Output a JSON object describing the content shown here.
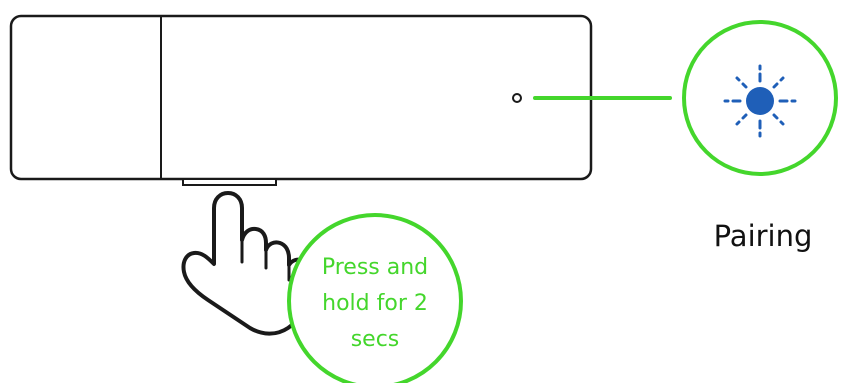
{
  "status_label": "Pairing",
  "instruction_lines": [
    "Press and",
    "hold for 2",
    "secs"
  ],
  "colors": {
    "device_outline": "#1a1a1a",
    "callout_green": "#44d62c",
    "led_blue": "#1f5fb8",
    "text_dark": "#111111",
    "instruction_text": "#44d62c"
  },
  "icons": {
    "device": "usb-dongle-icon",
    "button": "pairing-button-icon",
    "led": "led-blinking-icon",
    "hand": "pointing-hand-icon"
  }
}
